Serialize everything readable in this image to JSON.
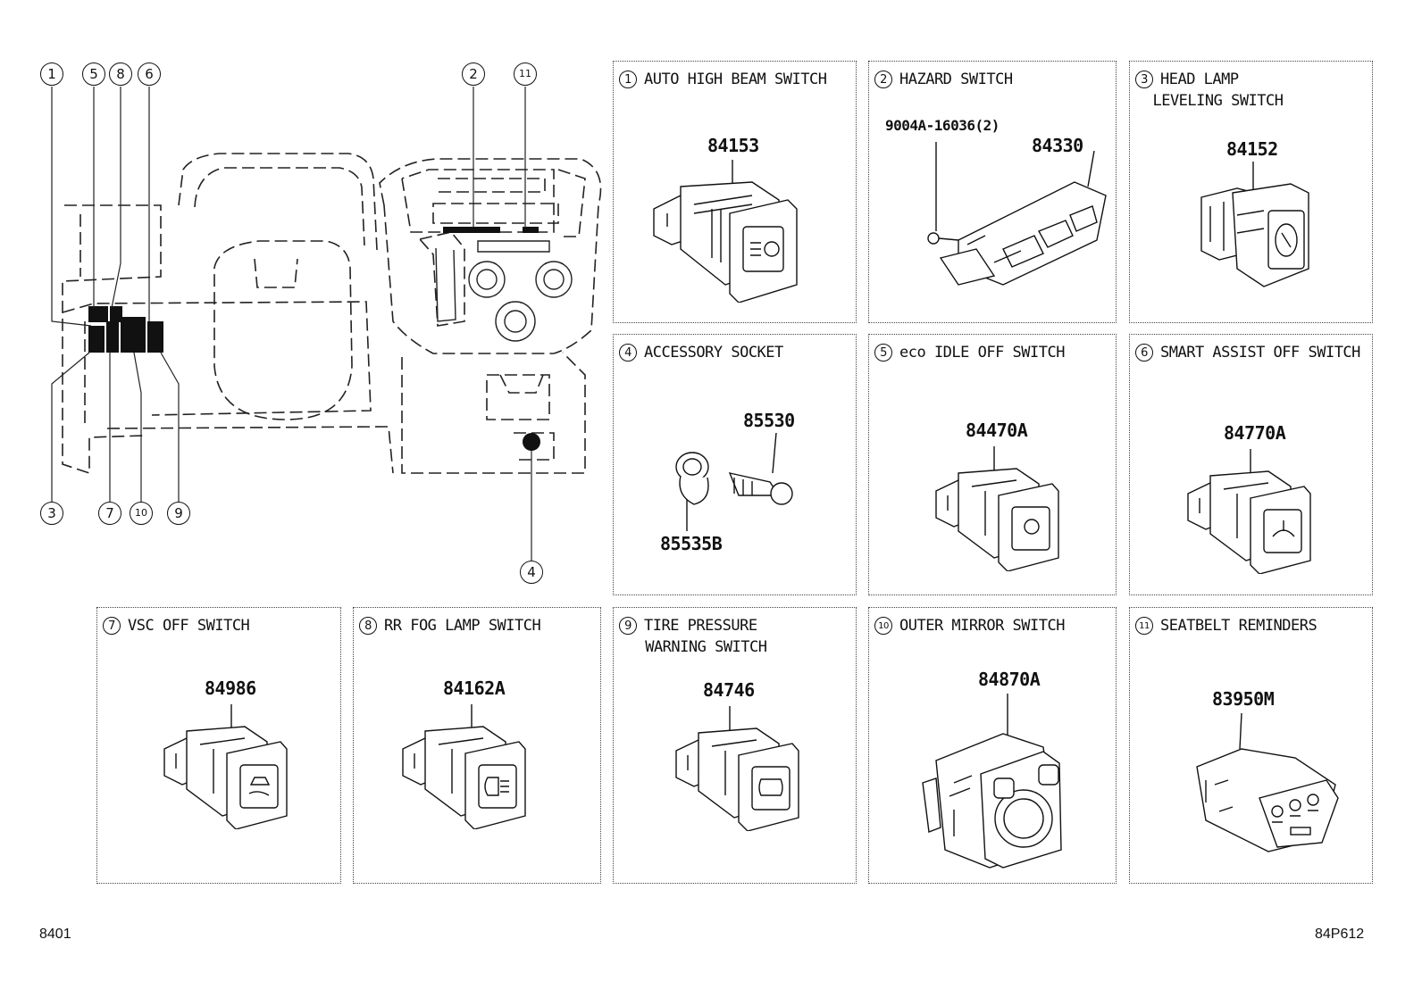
{
  "overview": {
    "callouts": [
      {
        "id": "1",
        "label": "1"
      },
      {
        "id": "5",
        "label": "5"
      },
      {
        "id": "8",
        "label": "8"
      },
      {
        "id": "6",
        "label": "6"
      },
      {
        "id": "2",
        "label": "2"
      },
      {
        "id": "11",
        "label": "11"
      },
      {
        "id": "3",
        "label": "3"
      },
      {
        "id": "7",
        "label": "7"
      },
      {
        "id": "10",
        "label": "10"
      },
      {
        "id": "9",
        "label": "9"
      },
      {
        "id": "4",
        "label": "4"
      }
    ]
  },
  "panels": [
    {
      "num": "1",
      "title": "AUTO HIGH BEAM SWITCH",
      "parts": [
        "84153"
      ]
    },
    {
      "num": "2",
      "title": "HAZARD SWITCH",
      "parts": [
        "9004A-16036(2)",
        "84330"
      ]
    },
    {
      "num": "3",
      "title": "HEAD LAMP\n  LEVELING SWITCH",
      "parts": [
        "84152"
      ]
    },
    {
      "num": "4",
      "title": "ACCESSORY SOCKET",
      "parts": [
        "85530",
        "85535B"
      ]
    },
    {
      "num": "5",
      "title": "eco IDLE OFF SWITCH",
      "parts": [
        "84470A"
      ]
    },
    {
      "num": "6",
      "title": "SMART ASSIST OFF SWITCH",
      "parts": [
        "84770A"
      ]
    },
    {
      "num": "7",
      "title": "VSC OFF SWITCH",
      "parts": [
        "84986"
      ]
    },
    {
      "num": "8",
      "title": "RR FOG LAMP SWITCH",
      "parts": [
        "84162A"
      ]
    },
    {
      "num": "9",
      "title": "TIRE PRESSURE\n   WARNING SWITCH",
      "parts": [
        "84746"
      ]
    },
    {
      "num": "10",
      "title": "OUTER MIRROR SWITCH",
      "parts": [
        "84870A"
      ]
    },
    {
      "num": "11",
      "title": "SEATBELT REMINDERS",
      "parts": [
        "83950M"
      ]
    }
  ],
  "footer": {
    "left": "8401",
    "right": "84P612"
  }
}
